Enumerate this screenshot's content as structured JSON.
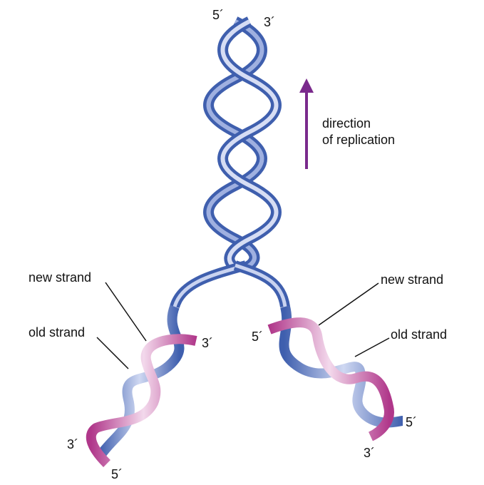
{
  "labels": {
    "direction_line1": "direction",
    "direction_line2": "of replication",
    "new_strand_left": "new strand",
    "old_strand_left": "old strand",
    "new_strand_right": "new strand",
    "old_strand_right": "old strand"
  },
  "ends": {
    "top_5": "5´",
    "top_3": "3´",
    "left_inner_3": "3´",
    "left_bottom_3": "3´",
    "left_bottom_5": "5´",
    "right_inner_5": "5´",
    "right_bottom_5": "5´",
    "right_bottom_3": "3´"
  },
  "colors": {
    "old_strand_dark": "#3f5fae",
    "old_strand_light": "#c9d3f0",
    "new_strand_dark": "#b0378a",
    "new_strand_light": "#f0d3e8",
    "arrow": "#7a2a8c"
  }
}
